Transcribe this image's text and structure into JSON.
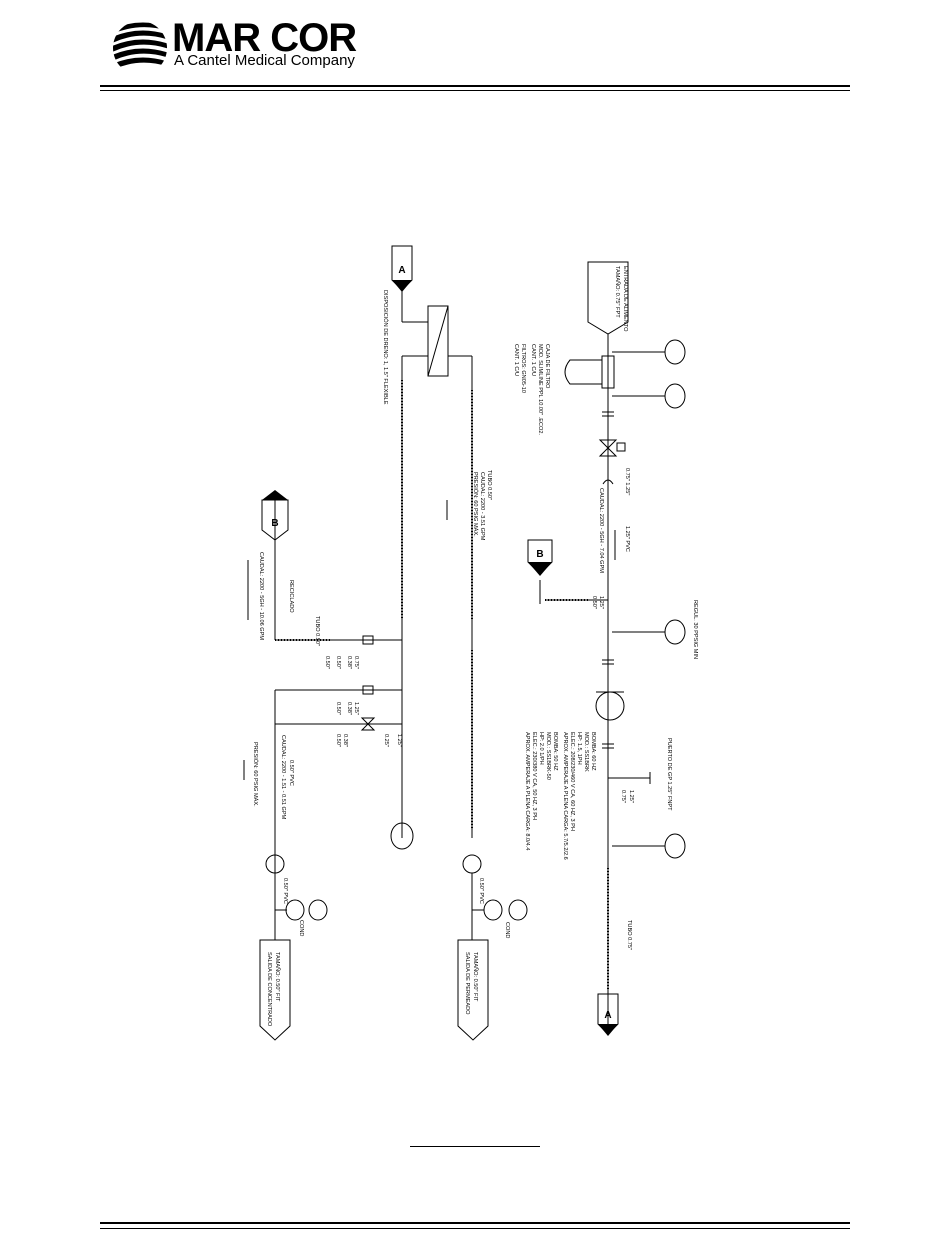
{
  "header": {
    "brand": "MAR COR",
    "tagline": "A Cantel Medical Company"
  },
  "diagram": {
    "connectors": {
      "a": "A",
      "b": "B"
    },
    "left_column": {
      "drain_label": "DISPOSICIÓN DE DRENO: 1, 1.5\" FLEXIBLE",
      "tube_permeate": "TUBO 0.50\"",
      "permeate_flow": "CAUDAL: 2200 - 3.51 GPM",
      "permeate_pressure": "PRESIÓN: 60 PSIG MÁX.",
      "recycle": "RECICLADO",
      "tube_recycle": "TUBO 0.50\"",
      "recycle_flow": "CAUDAL: 2200 - 5GH - 10.06 GPM",
      "conc_pipe": "0.50\" PVC",
      "conc_flow": "CAUDAL: 2200 - 1.51 - 0.51 GPM",
      "conc_pressure": "PRESIÓN: 60 PSIG MÁX.",
      "conc_out_pipe": "0.50\" PVC",
      "perm_out_pipe": "0.50\" PVC",
      "cond1": "COND",
      "cond2": "COND",
      "outlet_concentrate": "SALIDA DE CONCENTRADO",
      "outlet_concentrate_size": "TAMAÑO: 0.50\" FIT",
      "outlet_permeate": "SALIDA DE PERMEADO",
      "outlet_permeate_size": "TAMAÑO: 0.50\" FIT",
      "sizes": [
        "0.75\"",
        "0.38\"",
        "1.25\"",
        "0.38\"",
        "1.25\"",
        "0.25\"",
        "0.38\"",
        "0.50\"",
        "0.50\"",
        "0.50\"",
        "0.50\""
      ]
    },
    "right_column": {
      "inlet": "TAMAÑO: 0.75\" FPT",
      "inlet_title": "ENTRADA DE ALIMENTO",
      "filter_title": "CAJA DE FILTRO",
      "filter_model": "MOD. SLIMLINE PPL 10.00\" .ECO2.",
      "filter_qty": "CANT. 1 C/U",
      "filter_cart": "FILTROS: GN05-10",
      "filter_cart_qty": "CANT. 1 C/U",
      "valve_size": "0.75\" 1.25\"",
      "flow": "CAUDAL: 2200 - 5GH - 7.04 GPM",
      "pipe": "1.25\" PVC",
      "size_a": "1.25\"",
      "size_b": "0.50\"",
      "regulator": "REGUL. 30 PPSIG MIN",
      "pump_lines": [
        "BOMBA: 60 HZ",
        "MOD.: SS1BRK",
        "HP: 1.5, 1PH",
        "ELEC.: 208/230/460 V CA, 60 HZ, 3 PH",
        "APROX. AMPERAJE A PLENA CARGA: 5.7/5.2/2.6",
        "BOMBA: 50 HZ",
        "MOD.: SS1BRK-50",
        "HP: 2.0 1/PH",
        "ELEC.: 230/380 V CA, 50 HZ, 3 PH",
        "APROX. AMPERAJE A PLENA CARGA: 8.0/4.4"
      ],
      "sample_port": "PUERTO DE GP 1.25\" FNPT",
      "size_c": "1.25\"",
      "size_d": "0.75\"",
      "tube_out": "TUBO 0.75\""
    }
  }
}
